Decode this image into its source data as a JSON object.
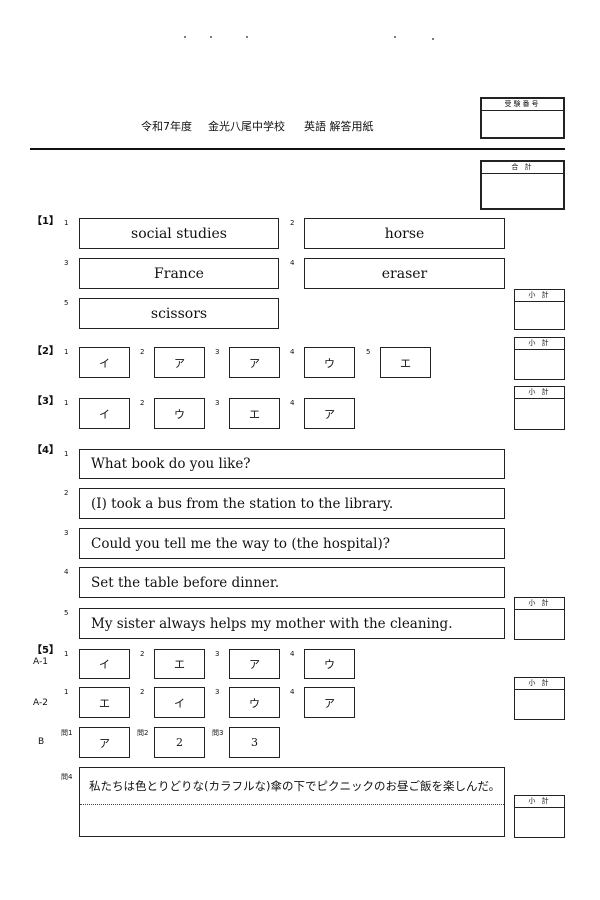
{
  "header": {
    "title_year": "令和7年度",
    "title_school": "金光八尾中学校",
    "title_subject": "英語 解答用紙",
    "exam_number_label": "受験番号",
    "total_label": "合 計",
    "subtotal_label": "小 計"
  },
  "sections": {
    "s1": {
      "label": "【1】",
      "items": [
        {
          "num": "1",
          "answer": "social studies"
        },
        {
          "num": "2",
          "answer": "horse"
        },
        {
          "num": "3",
          "answer": "France"
        },
        {
          "num": "4",
          "answer": "eraser"
        },
        {
          "num": "5",
          "answer": "scissors"
        }
      ]
    },
    "s2": {
      "label": "【2】",
      "items": [
        {
          "num": "1",
          "answer": "イ"
        },
        {
          "num": "2",
          "answer": "ア"
        },
        {
          "num": "3",
          "answer": "ア"
        },
        {
          "num": "4",
          "answer": "ウ"
        },
        {
          "num": "5",
          "answer": "エ"
        }
      ]
    },
    "s3": {
      "label": "【3】",
      "items": [
        {
          "num": "1",
          "answer": "イ"
        },
        {
          "num": "2",
          "answer": "ウ"
        },
        {
          "num": "3",
          "answer": "エ"
        },
        {
          "num": "4",
          "answer": "ア"
        }
      ]
    },
    "s4": {
      "label": "【4】",
      "items": [
        {
          "num": "1",
          "answer": "What book do you like?"
        },
        {
          "num": "2",
          "answer": "(I) took a bus from the station to the library."
        },
        {
          "num": "3",
          "answer": "Could you tell me the way to (the hospital)?"
        },
        {
          "num": "4",
          "answer": "Set the table before dinner."
        },
        {
          "num": "5",
          "answer": "My sister always helps my mother with the cleaning."
        }
      ]
    },
    "s5": {
      "label": "【5】",
      "a1_label": "A-1",
      "a1": [
        {
          "num": "1",
          "answer": "イ"
        },
        {
          "num": "2",
          "answer": "エ"
        },
        {
          "num": "3",
          "answer": "ア"
        },
        {
          "num": "4",
          "answer": "ウ"
        }
      ],
      "a2_label": "A-2",
      "a2": [
        {
          "num": "1",
          "answer": "エ"
        },
        {
          "num": "2",
          "answer": "イ"
        },
        {
          "num": "3",
          "answer": "ウ"
        },
        {
          "num": "4",
          "answer": "ア"
        }
      ],
      "b_label": "B",
      "b": [
        {
          "num": "問1",
          "answer": "ア"
        },
        {
          "num": "問2",
          "answer": "2"
        },
        {
          "num": "問3",
          "answer": "3"
        }
      ],
      "q4_label": "問4",
      "q4_answer": "私たちは色とりどりな(カラフルな)傘の下でピクニックのお昼ご飯を楽しんだ。"
    }
  }
}
